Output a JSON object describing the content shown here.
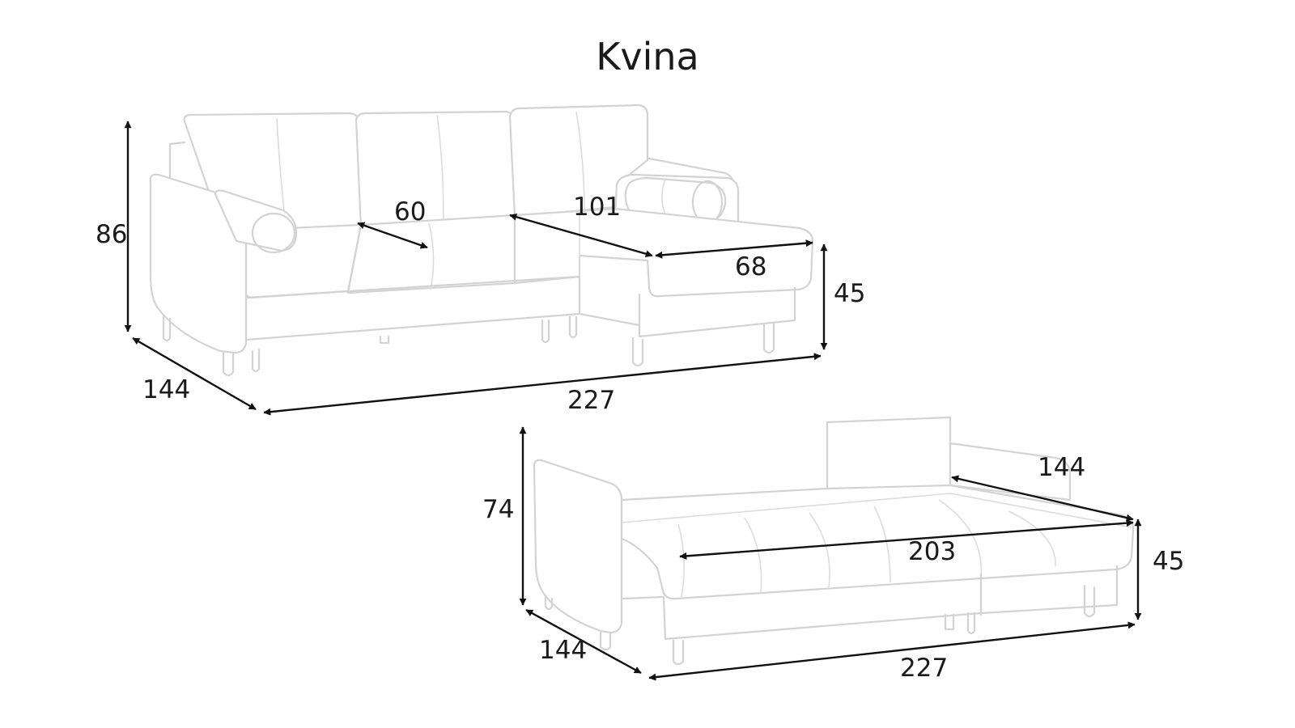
{
  "title": "Kvina",
  "views": {
    "assembled": {
      "height": "86",
      "seat_depth": "60",
      "chaise_length": "101",
      "chaise_width": "68",
      "seat_height": "45",
      "depth": "144",
      "width": "227"
    },
    "unfolded": {
      "height": "74",
      "bed_width": "144",
      "bed_length": "203",
      "seat_height": "45",
      "depth": "144",
      "width": "227"
    }
  },
  "colors": {
    "outline": "#d3d3d3",
    "dimension_arrows": "#111111",
    "text": "#1a1a1a"
  }
}
